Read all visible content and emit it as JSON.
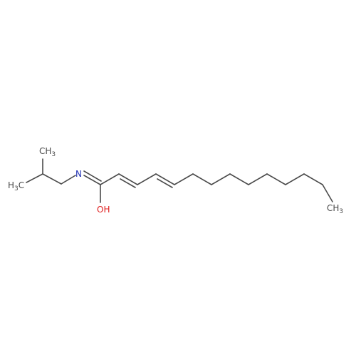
{
  "background": "#ffffff",
  "colors": {
    "bond": "#4a4a4a",
    "carbon_label": "#4a4a4a",
    "nitrogen": "#1f30b4",
    "oxygen": "#e02020"
  },
  "molecule": {
    "labels": {
      "ch3_top": {
        "base": "CH",
        "sub": "3"
      },
      "h3c_left": {
        "pre": "H",
        "sub": "3",
        "post": "C"
      },
      "nitrogen": "N",
      "hydroxyl": "OH",
      "ch3_end": {
        "base": "CH",
        "sub": "3"
      }
    }
  }
}
